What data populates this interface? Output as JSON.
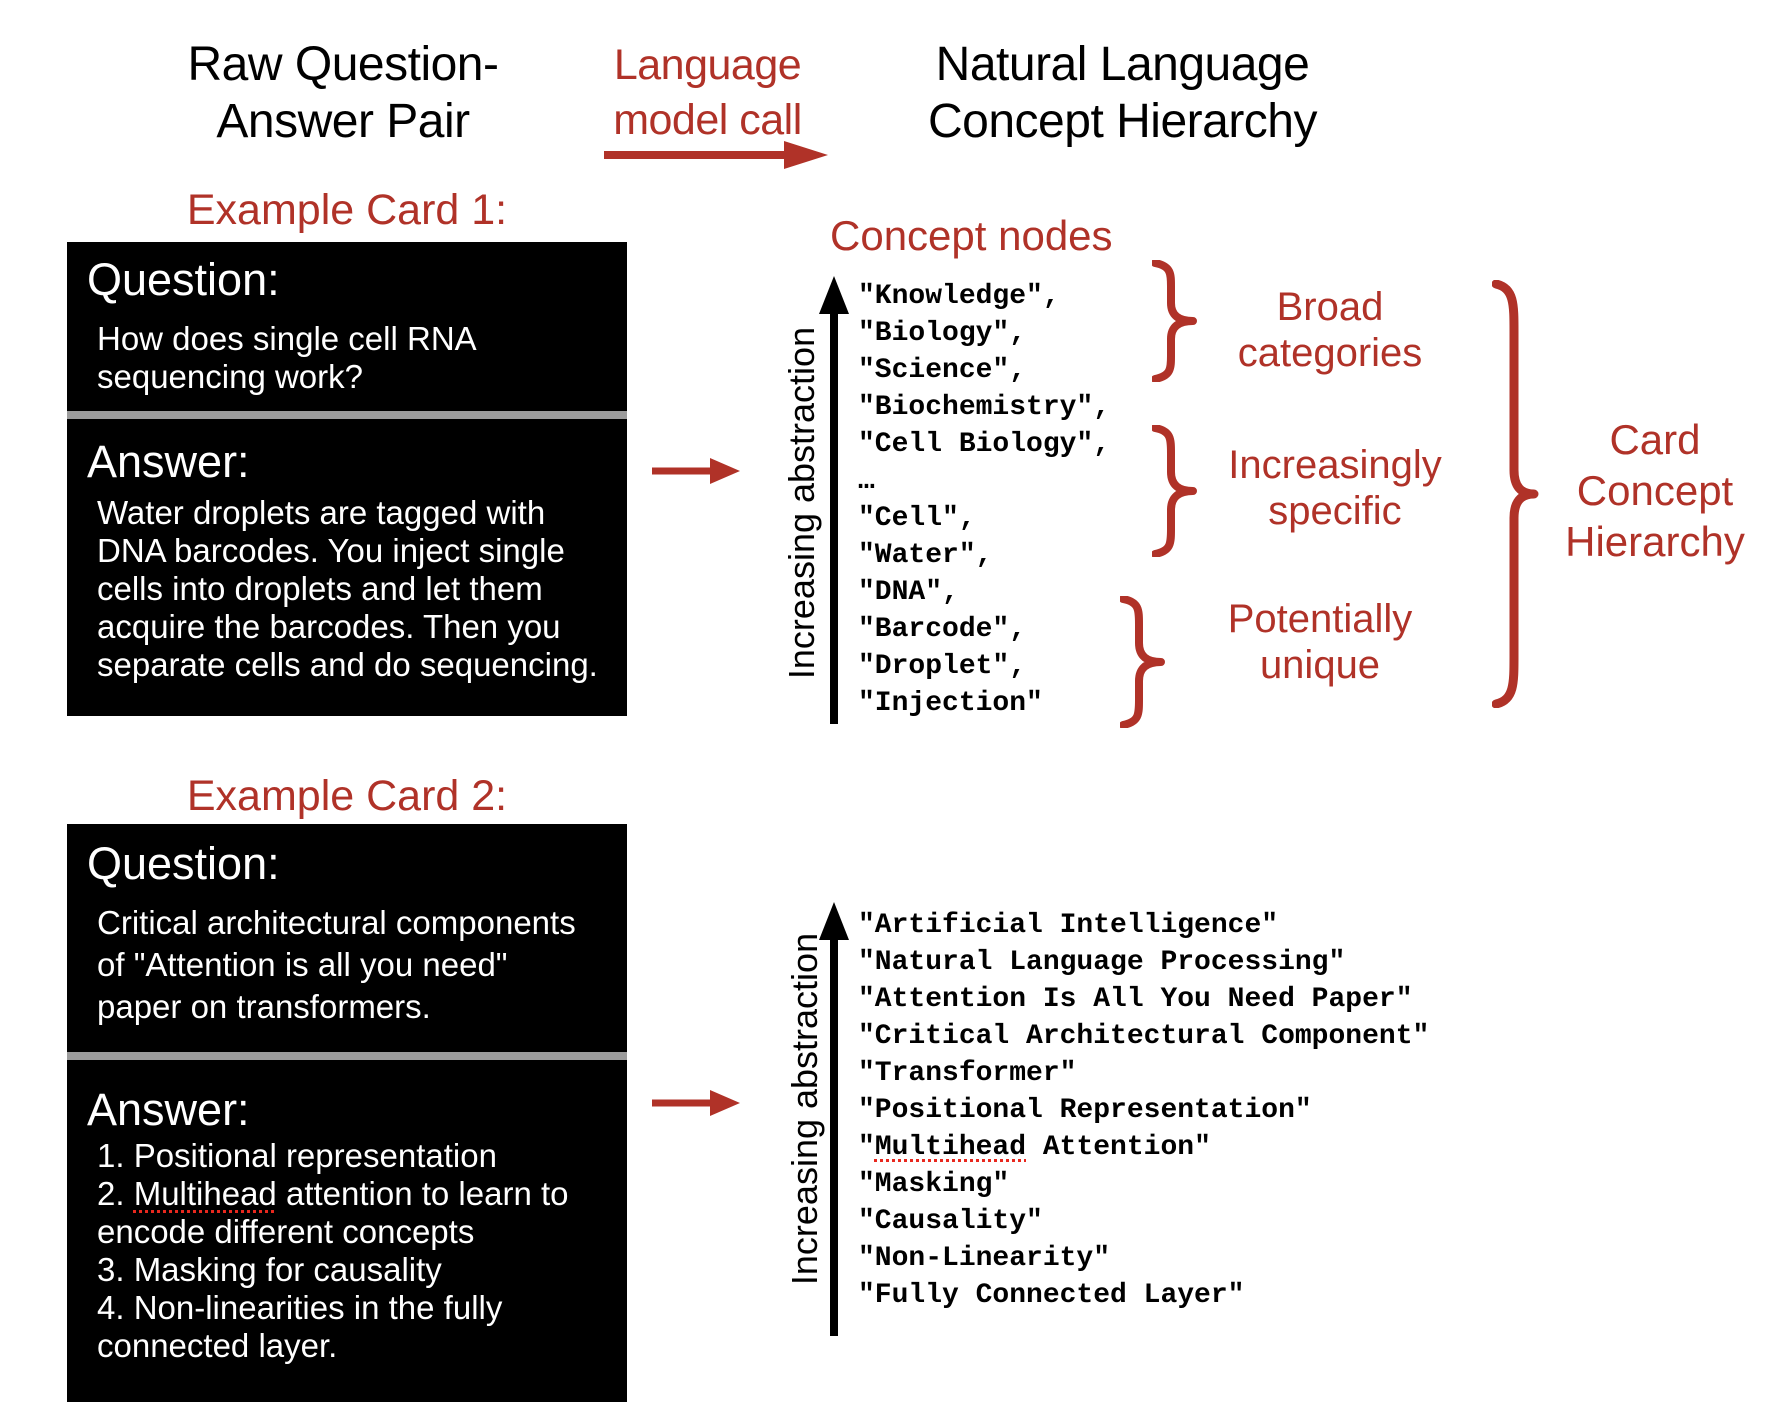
{
  "colors": {
    "red": "#B03228",
    "card_background": "#000000",
    "card_text": "#ffffff",
    "divider_gray": "#9c9c9c",
    "squiggle_red": "#e8281e",
    "text_black": "#000000"
  },
  "header": {
    "left_lines": [
      "Raw Question-",
      "Answer Pair"
    ],
    "lm_lines": [
      "Language",
      "model call"
    ],
    "right_lines": [
      "Natural Language",
      "Concept Hierarchy"
    ]
  },
  "card1": {
    "title": "Example Card 1:",
    "question_label": "Question:",
    "question_lines": [
      "How does single cell RNA",
      "sequencing work?"
    ],
    "answer_label": "Answer:",
    "answer_lines": [
      "Water droplets are tagged with",
      "DNA barcodes. You inject single",
      "cells into droplets and let them",
      "acquire the barcodes. Then you",
      "separate cells and do sequencing."
    ]
  },
  "card2": {
    "title": "Example Card 2:",
    "question_label": "Question:",
    "question_lines": [
      "Critical architectural components",
      "of \"Attention is all you need\"",
      "paper on transformers."
    ],
    "answer_label": "Answer:",
    "answer_lines": [
      "1. Positional representation",
      "2. Multihead attention to learn to",
      "encode different concepts",
      "3. Masking for causality",
      "4. Non-linearities in the fully",
      "connected layer."
    ]
  },
  "hierarchy1": {
    "heading": "Concept nodes",
    "axis_label": "Increasing abstraction",
    "nodes": [
      "\"Knowledge\",",
      "\"Biology\",",
      "\"Science\",",
      "\"Biochemistry\",",
      "\"Cell Biology\",",
      "…",
      "\"Cell\",",
      "\"Water\",",
      "\"DNA\",",
      "\"Barcode\",",
      "\"Droplet\",",
      "\"Injection\""
    ],
    "labels": {
      "broad_lines": [
        "Broad",
        "categories"
      ],
      "specific_lines": [
        "Increasingly",
        "specific"
      ],
      "unique_lines": [
        "Potentially",
        "unique"
      ],
      "overall_lines": [
        "Card",
        "Concept",
        "Hierarchy"
      ]
    }
  },
  "hierarchy2": {
    "axis_label": "Increasing abstraction",
    "nodes": [
      "\"Artificial Intelligence\"",
      "\"Natural Language Processing\"",
      "\"Attention Is All You Need Paper\"",
      "\"Critical Architectural Component\"",
      "\"Transformer\"",
      "\"Positional Representation\"",
      "\"Multihead Attention\"",
      "\"Masking\"",
      "\"Causality\"",
      "\"Non-Linearity\"",
      "\"Fully Connected Layer\""
    ]
  },
  "squiggle_word": "Multihead"
}
